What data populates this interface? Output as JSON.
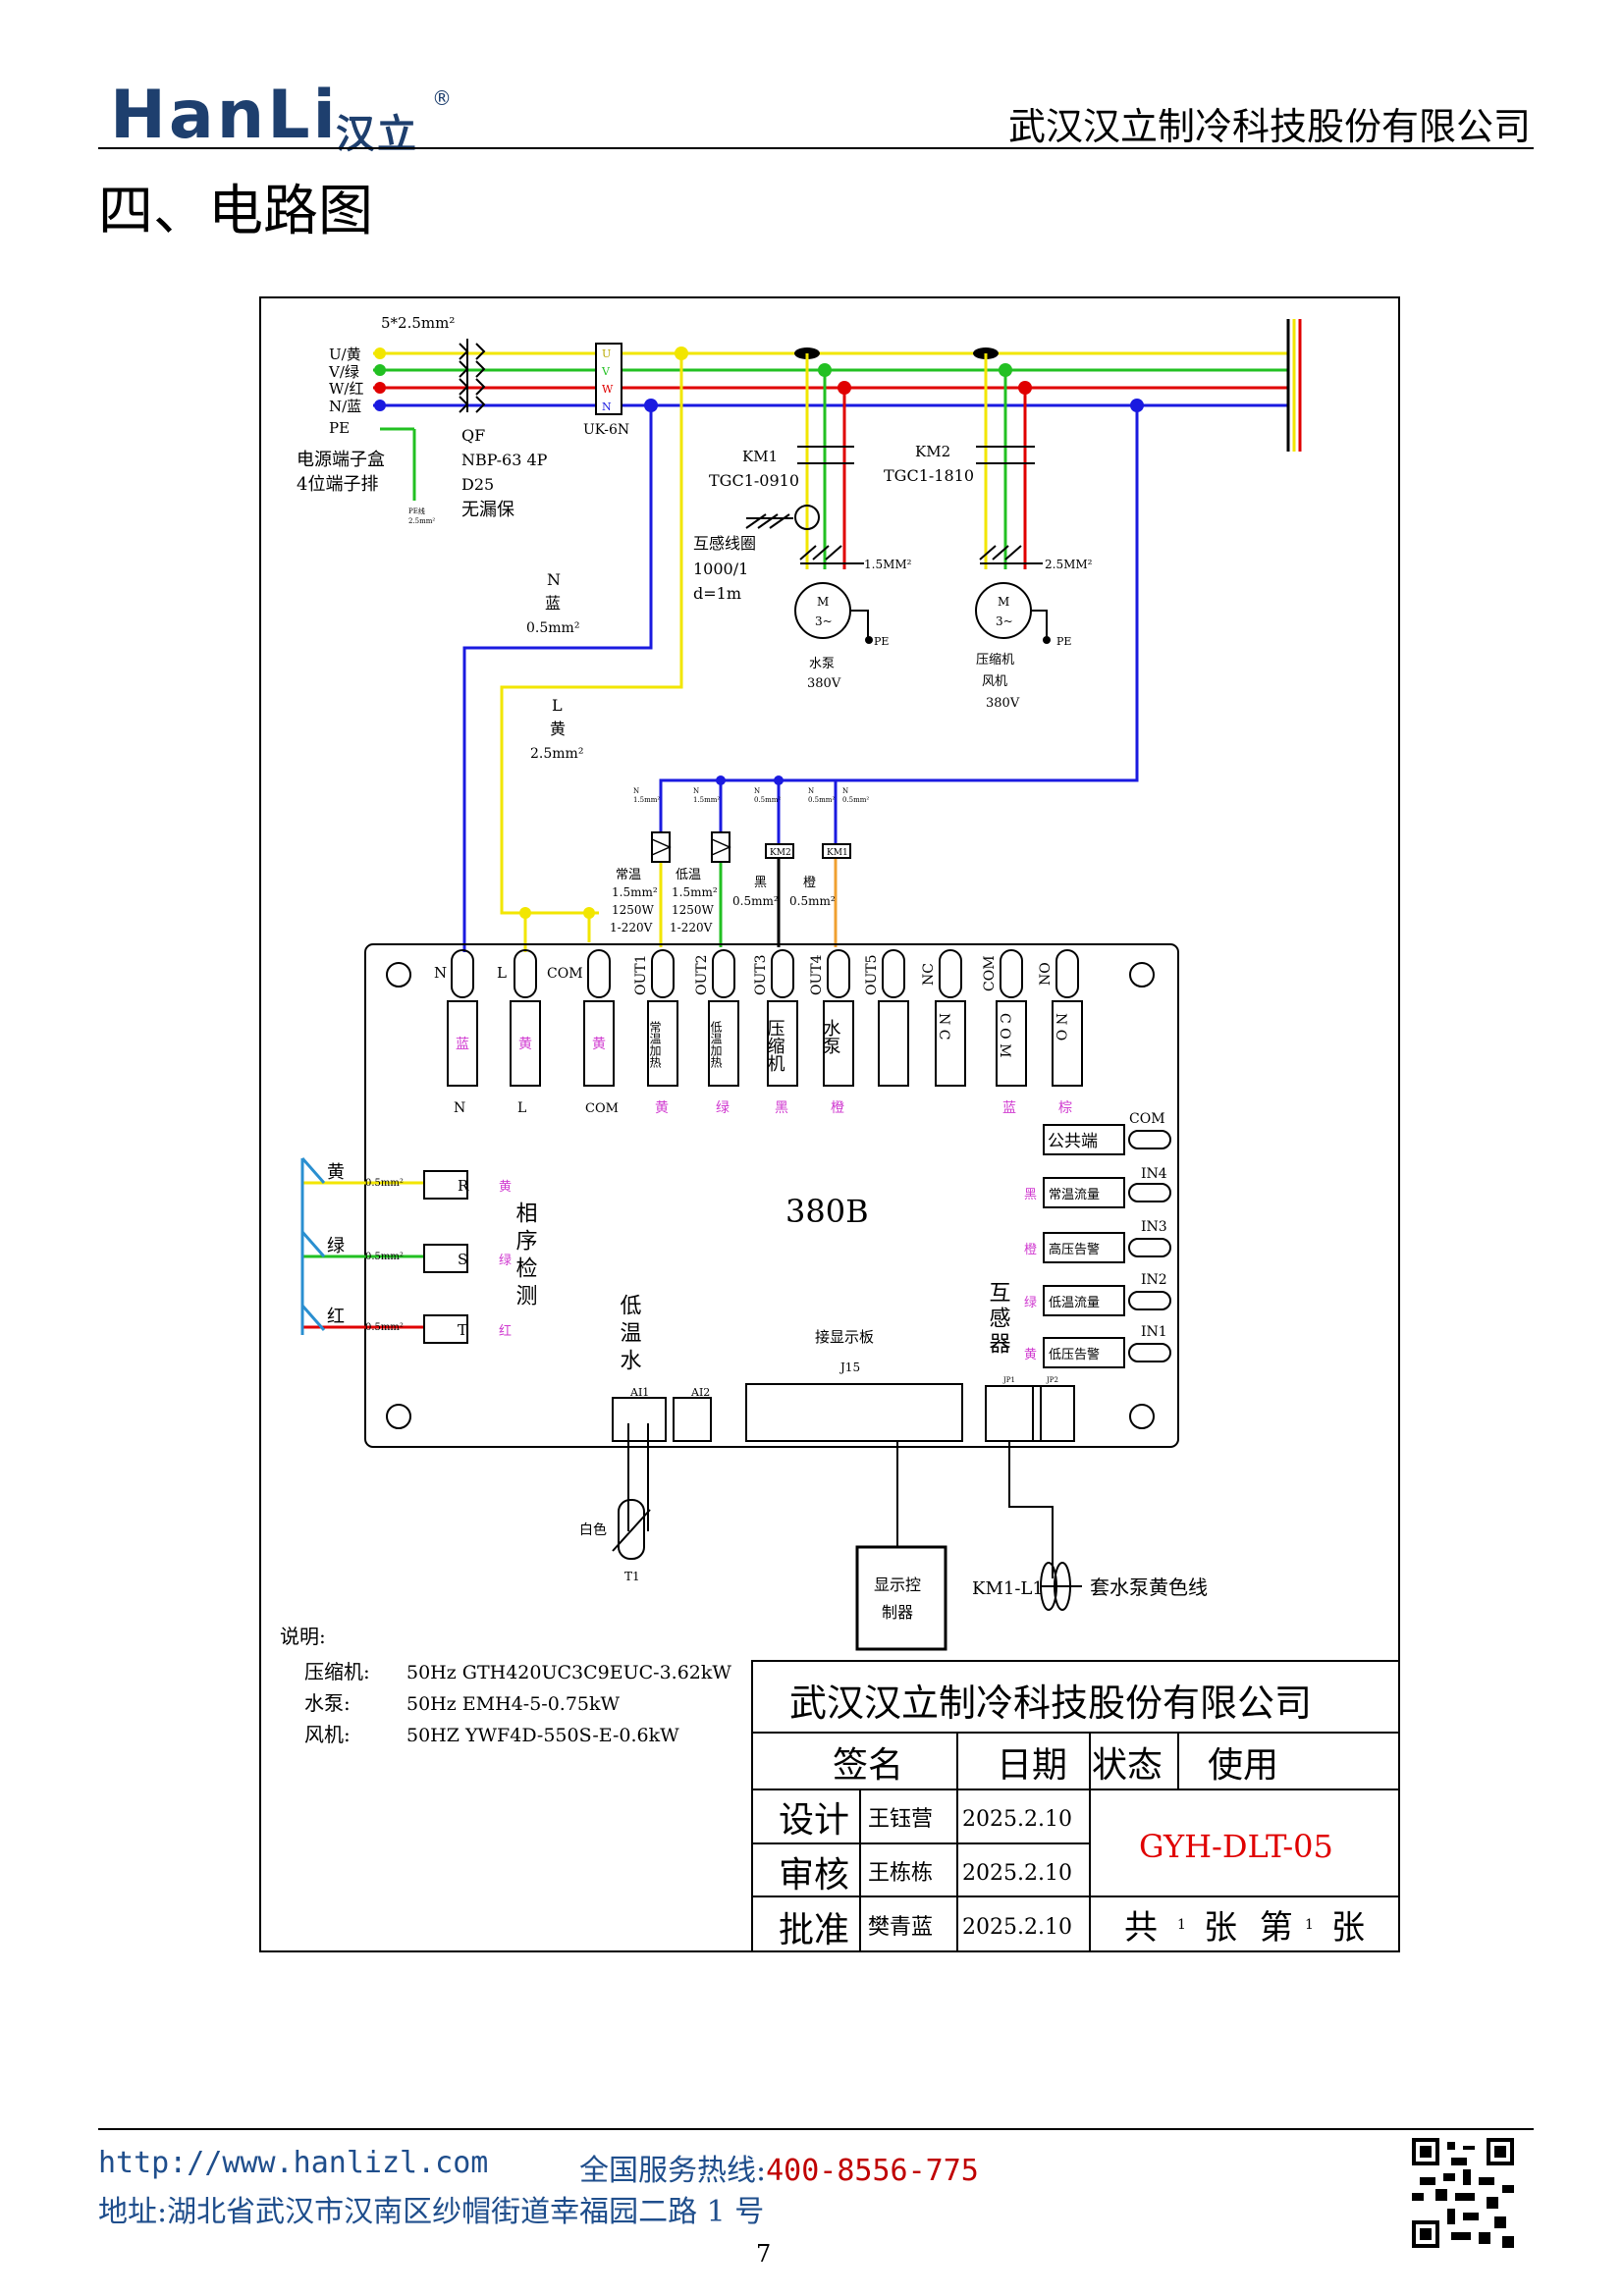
{
  "header": {
    "logo_text": "HanLi",
    "logo_cn": "汉立",
    "logo_reg": "®",
    "company": "武汉汉立制冷科技股份有限公司"
  },
  "section_title": "四、电路图",
  "diagram": {
    "cable_spec": "5*2.5mm²",
    "phase_labels": [
      "U/黄",
      "V/绿",
      "W/红",
      "N/蓝",
      "PE"
    ],
    "terminal_box": [
      "电源端子盒",
      "4位端子排"
    ],
    "pe_small": "PE线",
    "pe_small2": "2.5mm²",
    "qf": [
      "QF",
      "NBP-63 4P",
      "D25",
      "无漏保"
    ],
    "uk": "UK-6N",
    "uk_letters": [
      "U",
      "V",
      "W",
      "N"
    ],
    "km1": [
      "KM1",
      "TGC1-0910"
    ],
    "km2": [
      "KM2",
      "TGC1-1810"
    ],
    "ct": [
      "互感线圈",
      "1000/1",
      "d=1m"
    ],
    "pump_cable": "1.5MM²",
    "comp_cable": "2.5MM²",
    "motor_symbol": [
      "M",
      "3~"
    ],
    "pump_motor": [
      "水泵",
      "380V"
    ],
    "comp_motor": [
      "压缩机",
      "风机",
      "380V"
    ],
    "pe": "PE",
    "n_wire": [
      "N",
      "蓝",
      "0.5mm²"
    ],
    "l_wire": [
      "L",
      "黄",
      "2.5mm²"
    ],
    "small_wire_labels": [
      "N",
      "N",
      "N",
      "N",
      "N"
    ],
    "small_wire_sizes": [
      "1.5mm²",
      "1.5mm²",
      "0.5mm²",
      "0.5mm²",
      "0.5mm²"
    ],
    "heater1": [
      "常温",
      "1.5mm²",
      "1250W",
      "1-220V"
    ],
    "heater2": [
      "低温",
      "1.5mm²",
      "1250W",
      "1-220V"
    ],
    "coil_km2": "KM2",
    "coil_km1": "KM1",
    "coil_wire1": [
      "黑",
      "0.5mm²"
    ],
    "coil_wire2": [
      "橙",
      "0.5mm²"
    ],
    "board_name": "380B",
    "terminals_top": [
      "N",
      "L",
      "COM",
      "OUT1",
      "OUT2",
      "OUT3",
      "OUT4",
      "OUT5",
      "NC",
      "COM",
      "NO"
    ],
    "terminal_colors_in": [
      "蓝",
      "黄",
      "黄"
    ],
    "terminal_funcs": [
      "常温加热",
      "低温加热",
      "压缩机",
      "水泵"
    ],
    "terminal_relay": [
      "N C",
      "C O M",
      "N O"
    ],
    "terminal_bottom_labels": [
      "N",
      "L",
      "COM",
      "黄",
      "绿",
      "黑",
      "橙",
      "蓝",
      "棕"
    ],
    "phase_check": {
      "colors": [
        "黄",
        "绿",
        "红"
      ],
      "sizes": [
        "0.5mm²",
        "0.5mm²",
        "0.5mm²"
      ],
      "letters": [
        "R",
        "S",
        "T"
      ],
      "side_colors": [
        "黄",
        "绿",
        "红"
      ],
      "title": "相序检测"
    },
    "inputs": {
      "com_label": "COM",
      "com_text": "公共端",
      "names": [
        "IN4",
        "IN3",
        "IN2",
        "IN1"
      ],
      "texts": [
        "常温流量",
        "高压告警",
        "低温流量",
        "低压告警"
      ],
      "colors": [
        "黑",
        "橙",
        "绿",
        "黄"
      ]
    },
    "ct_label": "互感器",
    "low_temp_water": "低温水",
    "ai": [
      "AI1",
      "AI2"
    ],
    "display_header": [
      "接显示板",
      "J15"
    ],
    "jp": [
      "JP1",
      "JP2"
    ],
    "sensor": [
      "白色",
      "T1"
    ],
    "controller": [
      "显示控",
      "制器"
    ],
    "km1_loop": "KM1-L1",
    "km1_loop_note": "套水泵黄色线"
  },
  "notes": {
    "title": "说明:",
    "rows": [
      {
        "k": "压缩机:",
        "v": "50Hz GTH420UC3C9EUC-3.62kW"
      },
      {
        "k": "水泵:",
        "v": "50Hz EMH4-5-0.75kW"
      },
      {
        "k": "风机:",
        "v": "50HZ YWF4D-550S-E-0.6kW"
      }
    ]
  },
  "title_block": {
    "company": "武汉汉立制冷科技股份有限公司",
    "col_sign": "签名",
    "col_date": "日期",
    "col_state": "状态",
    "col_use": "使用",
    "rows": [
      {
        "role": "设计",
        "name": "王钰营",
        "date": "2025.2.10"
      },
      {
        "role": "审核",
        "name": "王栋栋",
        "date": "2025.2.10"
      },
      {
        "role": "批准",
        "name": "樊青蓝",
        "date": "2025.2.10"
      }
    ],
    "drawing_no": "GYH-DLT-05",
    "sheets_a": "共",
    "sheets_total": "1",
    "sheets_b": "张 第",
    "sheets_num": "1",
    "sheets_c": "张"
  },
  "footer": {
    "url": "http://www.hanlizl.com",
    "hotline_label": "全国服务热线:",
    "hotline_number": "400-8556-775",
    "address": "地址:湖北省武汉市汉南区纱帽街道幸福园二路 1 号",
    "page": "7"
  },
  "colors": {
    "yellow": "#f2e600",
    "green": "#22c022",
    "red": "#e00000",
    "blue": "#1a1ae0",
    "logo": "#1e3f6e",
    "footer_blue": "#1f4e8c",
    "drawing_no": "#e00000"
  }
}
